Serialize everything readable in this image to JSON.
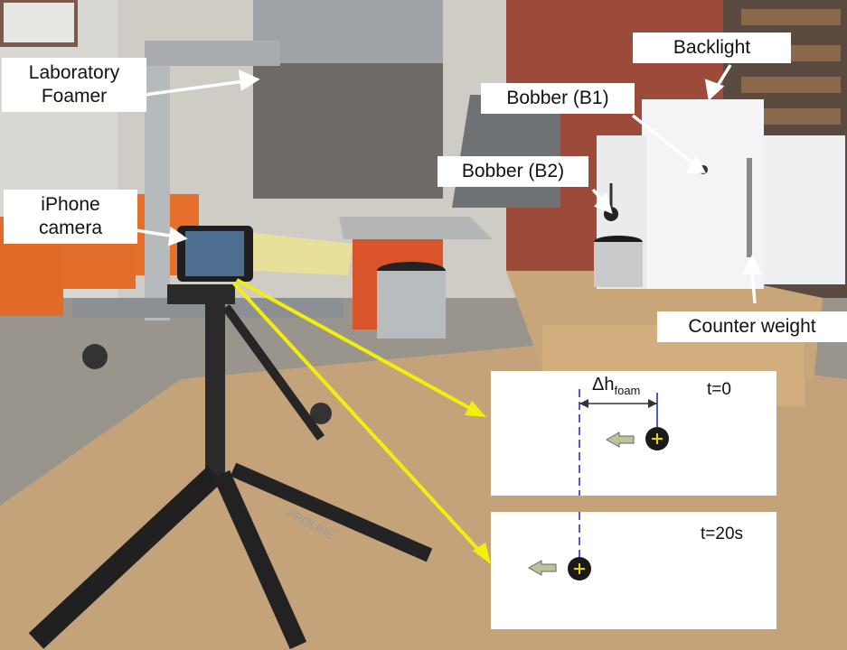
{
  "labels": {
    "foamer": "Laboratory\nFoamer",
    "backlight": "Backlight",
    "bobber_b1": "Bobber (B1)",
    "bobber_b2": "Bobber (B2)",
    "iphone": "iPhone\ncamera",
    "counter_weight": "Counter weight"
  },
  "insets": {
    "top": {
      "time": "t=0"
    },
    "bottom": {
      "time": "t=20s"
    },
    "delta_h": {
      "symbol": "Δh",
      "subscript": "foam"
    }
  },
  "tripod_brand": "PROLINE",
  "colors": {
    "yellow_arrow": "#f2ef0f",
    "guide_line": "#4b5bd6",
    "bobber_arrow": "#b8c49a",
    "bobber": "#1a1a1a"
  }
}
